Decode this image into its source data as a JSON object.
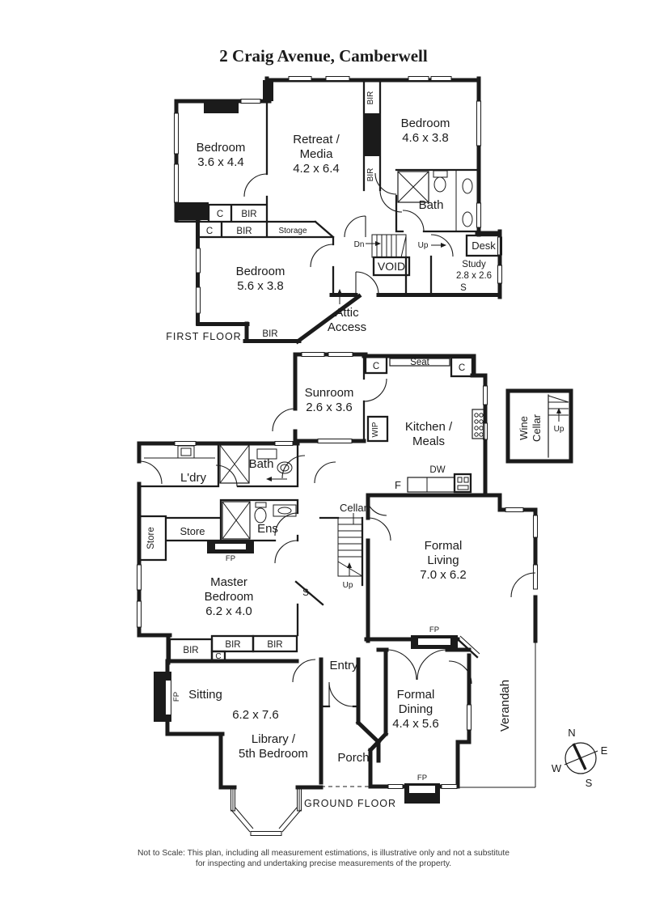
{
  "title": "2 Craig Avenue, Camberwell",
  "first_floor": {
    "label": "FIRST FLOOR",
    "bedroom_nw": {
      "name": "Bedroom",
      "dims": "3.6 x 4.4"
    },
    "retreat": {
      "line1": "Retreat /",
      "line2": "Media",
      "dims": "4.2 x 6.4"
    },
    "bedroom_ne": {
      "name": "Bedroom",
      "dims": "4.6 x 3.8"
    },
    "bedroom_sw": {
      "name": "Bedroom",
      "dims": "5.6 x 3.8"
    },
    "bath": "Bath",
    "study": {
      "name": "Study",
      "dims": "2.8 x 2.6"
    },
    "desk": "Desk",
    "void": "VOID",
    "dn": "Dn",
    "up": "Up",
    "storage": "Storage",
    "attic": {
      "line1": "Attic",
      "line2": "Access"
    },
    "bir": "BIR",
    "c": "C",
    "s": "S"
  },
  "ground_floor": {
    "label": "GROUND FLOOR",
    "sunroom": {
      "name": "Sunroom",
      "dims": "2.6 x 3.6"
    },
    "kitchen": {
      "line1": "Kitchen /",
      "line2": "Meals"
    },
    "seat": "Seat",
    "wip": "WIP",
    "dw": "DW",
    "fridge": "F",
    "wine_cellar": {
      "line1": "Wine",
      "line2": "Cellar",
      "up": "Up"
    },
    "laundry": "L'dry",
    "bath": "Bath",
    "ens": "Ens",
    "store": "Store",
    "cellar": "Cellar",
    "cellar_up": "Up",
    "formal_living": {
      "line1": "Formal",
      "line2": "Living",
      "dims": "7.0 x 6.2"
    },
    "master": {
      "line1": "Master",
      "line2": "Bedroom",
      "dims": "6.2 x 4.0"
    },
    "sitting": {
      "name": "Sitting",
      "dims": "6.2 x 7.6"
    },
    "library": {
      "line1": "Library /",
      "line2": "5th Bedroom"
    },
    "entry": "Entry",
    "porch": "Porch",
    "formal_dining": {
      "line1": "Formal",
      "line2": "Dining",
      "dims": "4.4 x 5.6"
    },
    "verandah": "Verandah",
    "bir": "BIR",
    "c": "C",
    "s": "S",
    "fp": "FP"
  },
  "compass": {
    "n": "N",
    "e": "E",
    "s": "S",
    "w": "W"
  },
  "disclaimer": {
    "line1": "Not to Scale: This plan, including all measurement estimations, is illustrative only and not a substitute",
    "line2": "for inspecting and undertaking precise measurements of the property."
  }
}
